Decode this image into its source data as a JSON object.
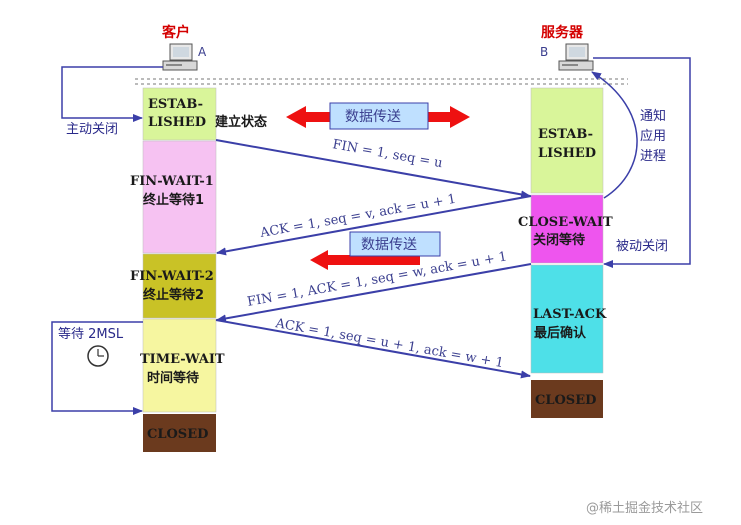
{
  "client": {
    "title": "客户",
    "label": "A"
  },
  "server": {
    "title": "服务器",
    "label": "B"
  },
  "client_states": {
    "established_1": "ESTAB-",
    "established_2": "LISHED",
    "established_cn": "建立状态",
    "fin_wait_1": "FIN-WAIT-1",
    "fin_wait_1_cn": "终止等待1",
    "fin_wait_2": "FIN-WAIT-2",
    "fin_wait_2_cn": "终止等待2",
    "time_wait": "TIME-WAIT",
    "time_wait_cn": "时间等待",
    "closed": "CLOSED"
  },
  "server_states": {
    "established_1": "ESTAB-",
    "established_2": "LISHED",
    "close_wait": "CLOSE-WAIT",
    "close_wait_cn": "关闭等待",
    "last_ack": "LAST-ACK",
    "last_ack_cn": "最后确认",
    "closed": "CLOSED"
  },
  "messages": {
    "fin1": "FIN = 1, seq = u",
    "ack1": "ACK = 1, seq = v, ack = u + 1",
    "fin2": "FIN = 1, ACK = 1, seq = w, ack = u + 1",
    "ack2": "ACK = 1, seq = u + 1, ack = w + 1"
  },
  "banners": {
    "data_transfer_1": "数据传送",
    "data_transfer_2": "数据传送"
  },
  "side_labels": {
    "active_close": "主动关闭",
    "wait_2msl": "等待 2MSL",
    "notify_1": "通知",
    "notify_2": "应用",
    "notify_3": "进程",
    "passive_close": "被动关闭"
  },
  "watermark": "@稀土掘金技术社区",
  "colors": {
    "established": "#d9f59a",
    "fin_wait_1": "#f6c2f2",
    "fin_wait_2": "#c9c226",
    "time_wait": "#f6f6a0",
    "closed": "#6b3a1e",
    "close_wait": "#ee55ee",
    "last_ack": "#4ee0e8",
    "arrow": "#3b3fa8",
    "red_arrow": "#ee1111",
    "banner_bg": "#bfe0ff",
    "title_red": "#d40000"
  }
}
